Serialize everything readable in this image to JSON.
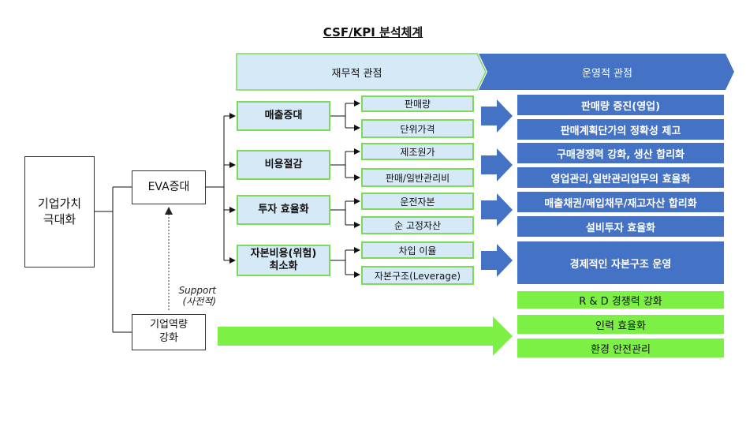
{
  "title": "CSF/KPI 분석체계",
  "headers": {
    "financial": "재무적 관점",
    "operational": "운영적 관점"
  },
  "root": {
    "line1": "기업가치",
    "line2": "극대화"
  },
  "eva": "EVA증대",
  "capability": {
    "line1": "기업역량",
    "line2": "강화"
  },
  "support": {
    "line1": "Support",
    "line2": "(사전적)"
  },
  "drivers": [
    {
      "label": "매출증대"
    },
    {
      "label": "비용절감"
    },
    {
      "label": "투자 효율화"
    },
    {
      "line1": "자본비용(위험)",
      "line2": "최소화"
    }
  ],
  "metrics": [
    "판매량",
    "단위가격",
    "제조원가",
    "판매/일반관리비",
    "운전자본",
    "순 고정자산",
    "차입 이율",
    "자본구조(Leverage)"
  ],
  "operational_items": [
    "판매량 증진(영업)",
    "판매계획단가의 정확성 제고",
    "구매경쟁력 강화, 생산 합리화",
    "영업관리,일반관리업무의 효율화",
    "매출채권/매입채무/재고자산 합리화",
    "설비투자 효율화",
    "경제적인 자본구조 운영"
  ],
  "capability_items": [
    "R & D 경쟁력 강화",
    "인력 효율화",
    "환경 안전관리"
  ],
  "colors": {
    "light_blue": "#d6e9f7",
    "dark_blue": "#4472c4",
    "green": "#7cf045",
    "green_border": "#7dd957"
  }
}
